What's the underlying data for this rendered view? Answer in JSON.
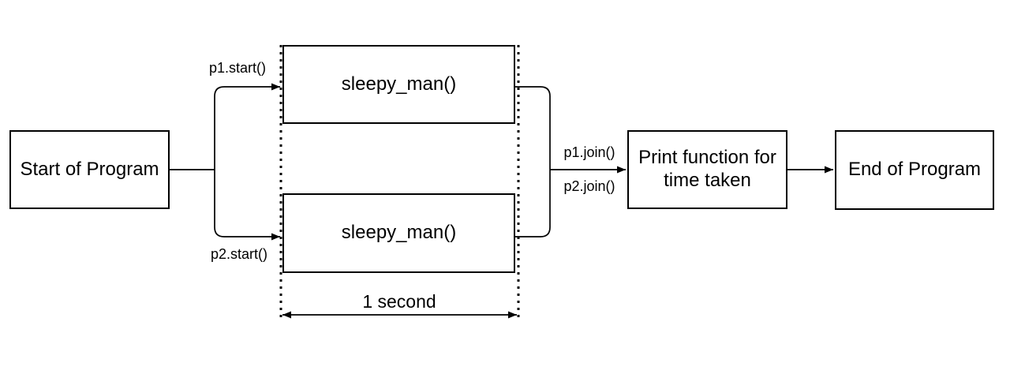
{
  "diagram": {
    "nodes": {
      "start": {
        "label": "Start of Program"
      },
      "worker1": {
        "label": "sleepy_man()"
      },
      "worker2": {
        "label": "sleepy_man()"
      },
      "print": {
        "label": "Print function for time taken"
      },
      "end": {
        "label": "End of Program"
      }
    },
    "edge_labels": {
      "p1_start": "p1.start()",
      "p2_start": "p2.start()",
      "p1_join": "p1.join()",
      "p2_join": "p2.join()",
      "duration": "1 second"
    },
    "colors": {
      "stroke": "#000000",
      "background": "#ffffff"
    }
  }
}
